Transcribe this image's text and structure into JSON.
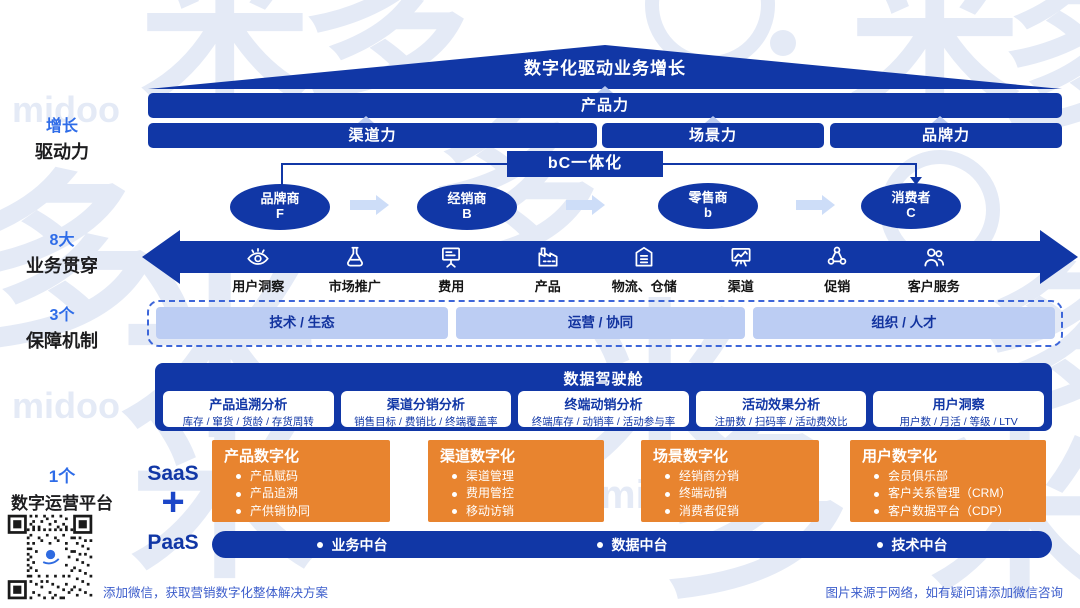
{
  "colors": {
    "primary": "#1137A6",
    "accent_blue": "#2e6ce8",
    "light_blue": "#bccdf3",
    "orange": "#E8842F"
  },
  "watermark": {
    "brand": "midoo",
    "char_a": "米",
    "char_b": "多"
  },
  "left_rail": [
    {
      "accent": "增长",
      "label": "驱动力"
    },
    {
      "accent": "8大",
      "label": "业务贯穿"
    },
    {
      "accent": "3个",
      "label": "保障机制"
    },
    {
      "accent": "1个",
      "label": "数字运营平台"
    }
  ],
  "header": {
    "title": "数字化驱动业务增长",
    "product_bar": "产品力",
    "bars": [
      {
        "label": "渠道力"
      },
      {
        "label": "场景力"
      },
      {
        "label": "品牌力"
      }
    ]
  },
  "bc_integration": {
    "label": "bC一体化"
  },
  "chain": [
    {
      "line1": "品牌商",
      "line2": "F"
    },
    {
      "line1": "经销商",
      "line2": "B"
    },
    {
      "line1": "零售商",
      "line2": "b"
    },
    {
      "line1": "消费者",
      "line2": "C"
    }
  ],
  "flow": {
    "items": [
      {
        "icon": "eye-icon",
        "label": "用户洞察"
      },
      {
        "icon": "flask-icon",
        "label": "市场推广"
      },
      {
        "icon": "billboard-icon",
        "label": "费用"
      },
      {
        "icon": "factory-icon",
        "label": "产品"
      },
      {
        "icon": "warehouse-icon",
        "label": "物流、仓储"
      },
      {
        "icon": "easel-chart-icon",
        "label": "渠道"
      },
      {
        "icon": "network-icon",
        "label": "促销"
      },
      {
        "icon": "people-icon",
        "label": "客户服务"
      }
    ]
  },
  "safeguards": [
    "技术 / 生态",
    "运营 / 协同",
    "组织 / 人才"
  ],
  "cockpit": {
    "title": "数据驾驶舱",
    "boxes": [
      {
        "title": "产品追溯分析",
        "sub": "库存 / 窜货 / 货龄 / 存货周转"
      },
      {
        "title": "渠道分销分析",
        "sub": "销售目标 / 费销比 / 终端覆盖率"
      },
      {
        "title": "终端动销分析",
        "sub": "终端库存 / 动销率 / 活动参与率"
      },
      {
        "title": "活动效果分析",
        "sub": "注册数 / 扫码率 / 活动费效比"
      },
      {
        "title": "用户洞察",
        "sub": "用户数 / 月活 / 等级 / LTV"
      }
    ]
  },
  "platform": {
    "saas": "SaaS",
    "plus": "+",
    "paas": "PaaS",
    "modules": [
      {
        "title": "产品数字化",
        "items": [
          "产品赋码",
          "产品追溯",
          "产供销协同"
        ]
      },
      {
        "title": "渠道数字化",
        "items": [
          "渠道管理",
          "费用管控",
          "移动访销"
        ]
      },
      {
        "title": "场景数字化",
        "items": [
          "经销商分销",
          "终端动销",
          "消费者促销"
        ]
      },
      {
        "title": "用户数字化",
        "items": [
          "会员俱乐部",
          "客户关系管理（CRM）",
          "客户数据平台（CDP）"
        ]
      }
    ],
    "paas_items": [
      "业务中台",
      "数据中台",
      "技术中台"
    ]
  },
  "footer": {
    "left": "添加微信，获取营销数字化整体解决方案",
    "right": "图片来源于网络，如有疑问请添加微信咨询"
  }
}
